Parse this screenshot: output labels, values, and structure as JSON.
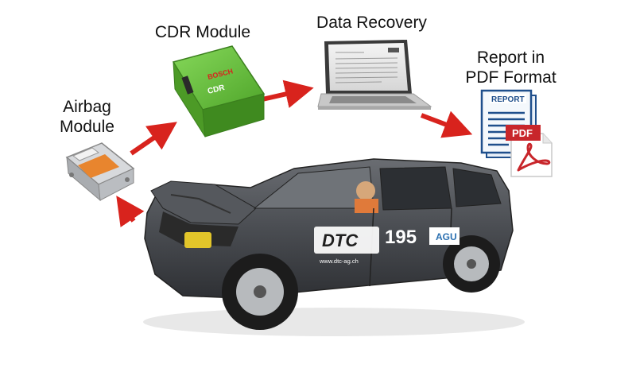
{
  "labels": {
    "cdr_module": "CDR Module",
    "data_recovery": "Data Recovery",
    "report_line1": "Report in",
    "report_line2": "PDF Format",
    "airbag_line1": "Airbag",
    "airbag_line2": "Module"
  },
  "cdr_device": {
    "brand": "BOSCH",
    "model": "CDR"
  },
  "report_icon": {
    "title": "REPORT",
    "badge": "PDF"
  },
  "car": {
    "logo": "DTC",
    "number": "195",
    "website": "www.dtc-ag.ch",
    "sponsor": "AGU"
  },
  "colors": {
    "arrow": "#d8231d",
    "cdr_green": "#6cc53a",
    "airbag_orange": "#e8852e",
    "pdf_red": "#c8262b",
    "report_blue": "#1f4f8c"
  },
  "icons": [
    "cdr-module-device",
    "laptop",
    "report-document-icon",
    "pdf-icon",
    "airbag-module-device",
    "crashed-car"
  ]
}
